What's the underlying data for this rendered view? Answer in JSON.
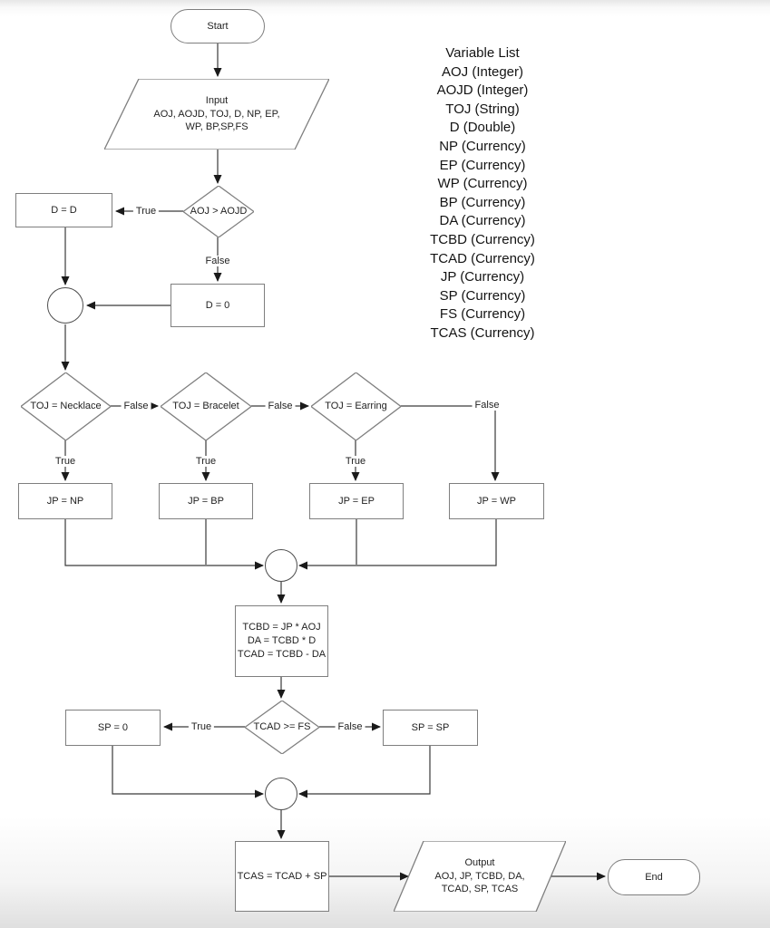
{
  "colors": {
    "shape_border": "#7f7f7f",
    "connector_line": "#3a3a3a",
    "text": "#1f1f1f",
    "background": "#ffffff"
  },
  "flowchart": {
    "nodes": {
      "start": "Start",
      "input": "Input\nAOJ, AOJD, TOJ, D, NP, EP,\nWP, BP,SP,FS",
      "decision_aoj": "AOJ > AOJD",
      "d_equals_d": "D = D",
      "d_equals_0": "D = 0",
      "decision_necklace": "TOJ = Necklace",
      "decision_bracelet": "TOJ = Bracelet",
      "decision_earring": "TOJ = Earring",
      "jp_np": "JP = NP",
      "jp_bp": "JP = BP",
      "jp_ep": "JP = EP",
      "jp_wp": "JP = WP",
      "tcbd_calc": "TCBD = JP * AOJ\nDA = TCBD * D\nTCAD = TCBD - DA",
      "decision_tcad": "TCAD >= FS",
      "sp_0": "SP = 0",
      "sp_sp": "SP = SP",
      "tcas_calc": "TCAS = TCAD + SP",
      "output": "Output\nAOJ, JP, TCBD, DA,\nTCAD, SP, TCAS",
      "end": "End"
    },
    "edge_labels": {
      "aoj_true": "True",
      "aoj_false": "False",
      "necklace_false": "False",
      "bracelet_false": "False",
      "earring_false": "False",
      "necklace_true": "True",
      "bracelet_true": "True",
      "earring_true": "True",
      "tcad_true": "True",
      "tcad_false": "False"
    }
  },
  "variable_list": {
    "title": "Variable List",
    "items": [
      "AOJ (Integer)",
      "AOJD (Integer)",
      "TOJ (String)",
      "D (Double)",
      "NP (Currency)",
      "EP (Currency)",
      "WP (Currency)",
      "BP (Currency)",
      "DA (Currency)",
      "TCBD (Currency)",
      "TCAD (Currency)",
      "JP (Currency)",
      "SP (Currency)",
      "FS (Currency)",
      "TCAS (Currency)"
    ]
  }
}
